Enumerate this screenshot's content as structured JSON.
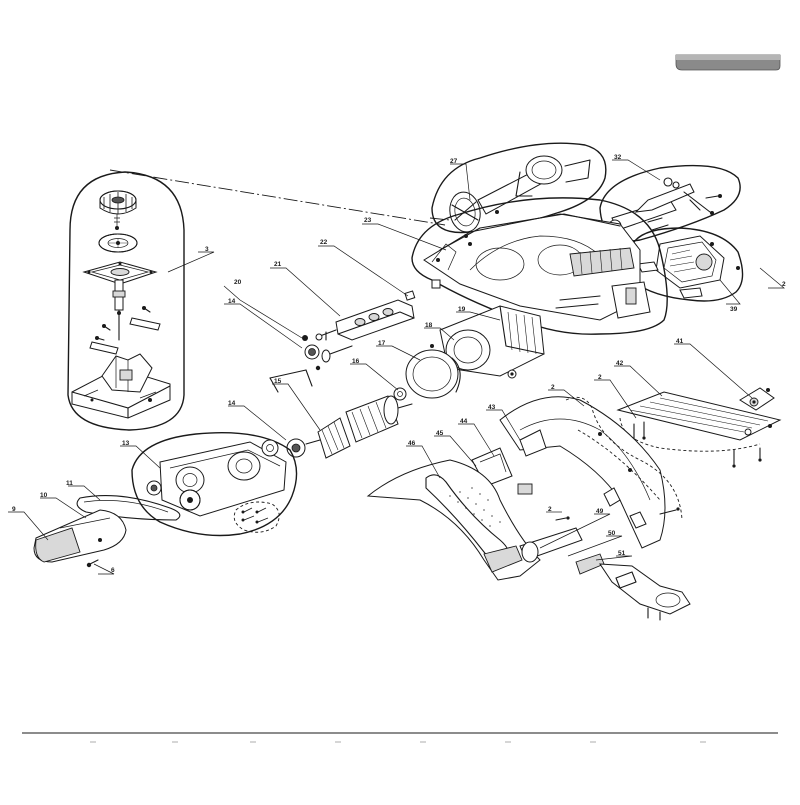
{
  "callouts": [
    {
      "id": "c2a",
      "label": "2"
    },
    {
      "id": "c2b",
      "label": "2"
    },
    {
      "id": "c2c",
      "label": "2"
    },
    {
      "id": "c2d",
      "label": "2"
    },
    {
      "id": "c3",
      "label": "3"
    },
    {
      "id": "c6",
      "label": "6"
    },
    {
      "id": "c9",
      "label": "9"
    },
    {
      "id": "c10",
      "label": "10"
    },
    {
      "id": "c11",
      "label": "11"
    },
    {
      "id": "c13",
      "label": "13"
    },
    {
      "id": "c14a",
      "label": "14"
    },
    {
      "id": "c14b",
      "label": "14"
    },
    {
      "id": "c15",
      "label": "15"
    },
    {
      "id": "c16",
      "label": "16"
    },
    {
      "id": "c17",
      "label": "17"
    },
    {
      "id": "c18",
      "label": "18"
    },
    {
      "id": "c19",
      "label": "19"
    },
    {
      "id": "c20",
      "label": "20"
    },
    {
      "id": "c21",
      "label": "21"
    },
    {
      "id": "c22",
      "label": "22"
    },
    {
      "id": "c23",
      "label": "23"
    },
    {
      "id": "c27",
      "label": "27"
    },
    {
      "id": "c32",
      "label": "32"
    },
    {
      "id": "c39",
      "label": "39"
    },
    {
      "id": "c41",
      "label": "41"
    },
    {
      "id": "c42",
      "label": "42"
    },
    {
      "id": "c43",
      "label": "43"
    },
    {
      "id": "c44",
      "label": "44"
    },
    {
      "id": "c45",
      "label": "45"
    },
    {
      "id": "c46",
      "label": "46"
    },
    {
      "id": "c49",
      "label": "49"
    },
    {
      "id": "c50",
      "label": "50"
    },
    {
      "id": "c51",
      "label": "51"
    }
  ]
}
